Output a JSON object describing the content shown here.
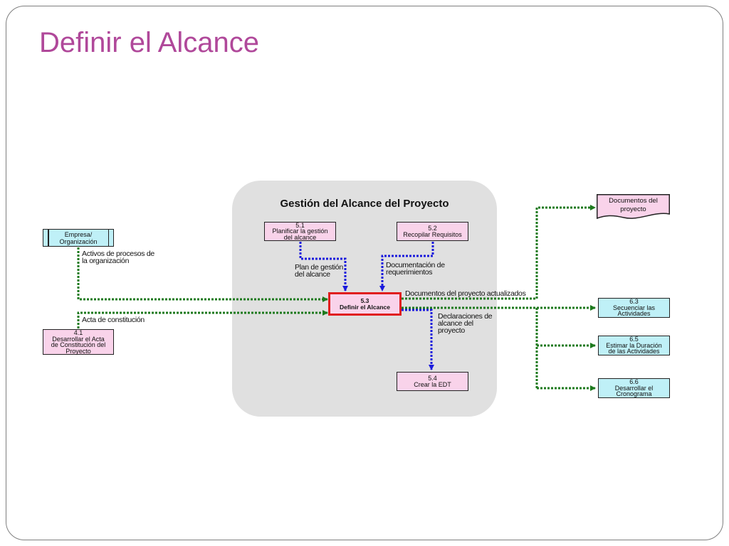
{
  "title": "Definir el Alcance",
  "group_title": "Gestión del Alcance del Proyecto",
  "boxes": {
    "b51": [
      "5.1",
      "Planificar la gestión",
      "del alcance"
    ],
    "b52": [
      "5.2",
      "Recopilar Requisitos"
    ],
    "b53": [
      "5.3",
      "Definir el Alcance"
    ],
    "b54": [
      "5.4",
      "Crear la EDT"
    ],
    "b41": [
      "4.1",
      "Desarrollar el Acta",
      "de Constitución del",
      "Proyecto"
    ],
    "b63": [
      "6.3",
      "Secuenciar las",
      "Actividades"
    ],
    "b65": [
      "6.5",
      "Estimar la Duración",
      "de las Actividades"
    ],
    "b66": [
      "6.6",
      "Desarrollar el",
      "Cronograma"
    ]
  },
  "org": [
    "Empresa/",
    "Organización"
  ],
  "document": [
    "Documentos del",
    "proyecto"
  ],
  "labels": {
    "activos": [
      "Activos de procesos de",
      "la organización"
    ],
    "acta": [
      "Acta de constitución"
    ],
    "plan": [
      "Plan de gestión",
      "del alcance"
    ],
    "docreq": [
      "Documentación de",
      "requerimientos"
    ],
    "docact": [
      "Documentos del proyecto actualizados"
    ],
    "declar": [
      "Declaraciones de",
      "alcance del",
      "proyecto"
    ]
  },
  "colors": {
    "title": "#b0489a",
    "flow_green": "#1e7a1e",
    "flow_blue": "#1a1adc",
    "highlight": "#e01e1e",
    "pink_box": "#f9d3ea",
    "blue_box": "#bff0f7",
    "group_bg": "#e0e0e0"
  }
}
